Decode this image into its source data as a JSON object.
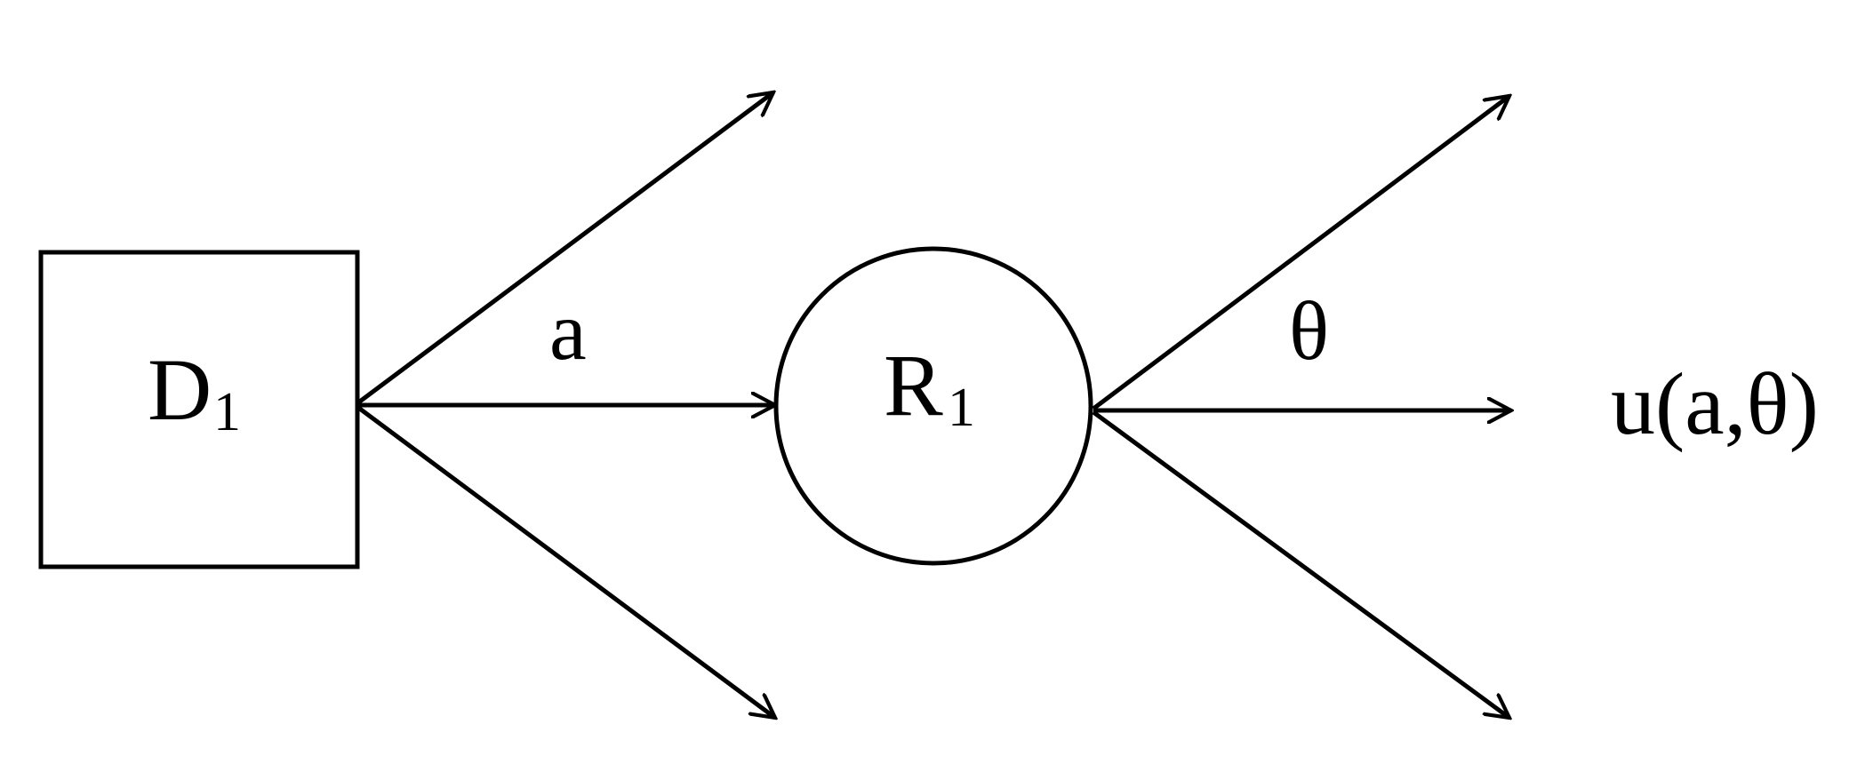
{
  "decision_node": {
    "letter": "D",
    "subscript": "1"
  },
  "chance_node": {
    "letter": "R",
    "subscript": "1"
  },
  "edge_labels": {
    "action": "a",
    "state": "θ"
  },
  "outcome": {
    "label": "u(a,θ)"
  },
  "colors": {
    "stroke": "#000000",
    "background": "#ffffff"
  }
}
